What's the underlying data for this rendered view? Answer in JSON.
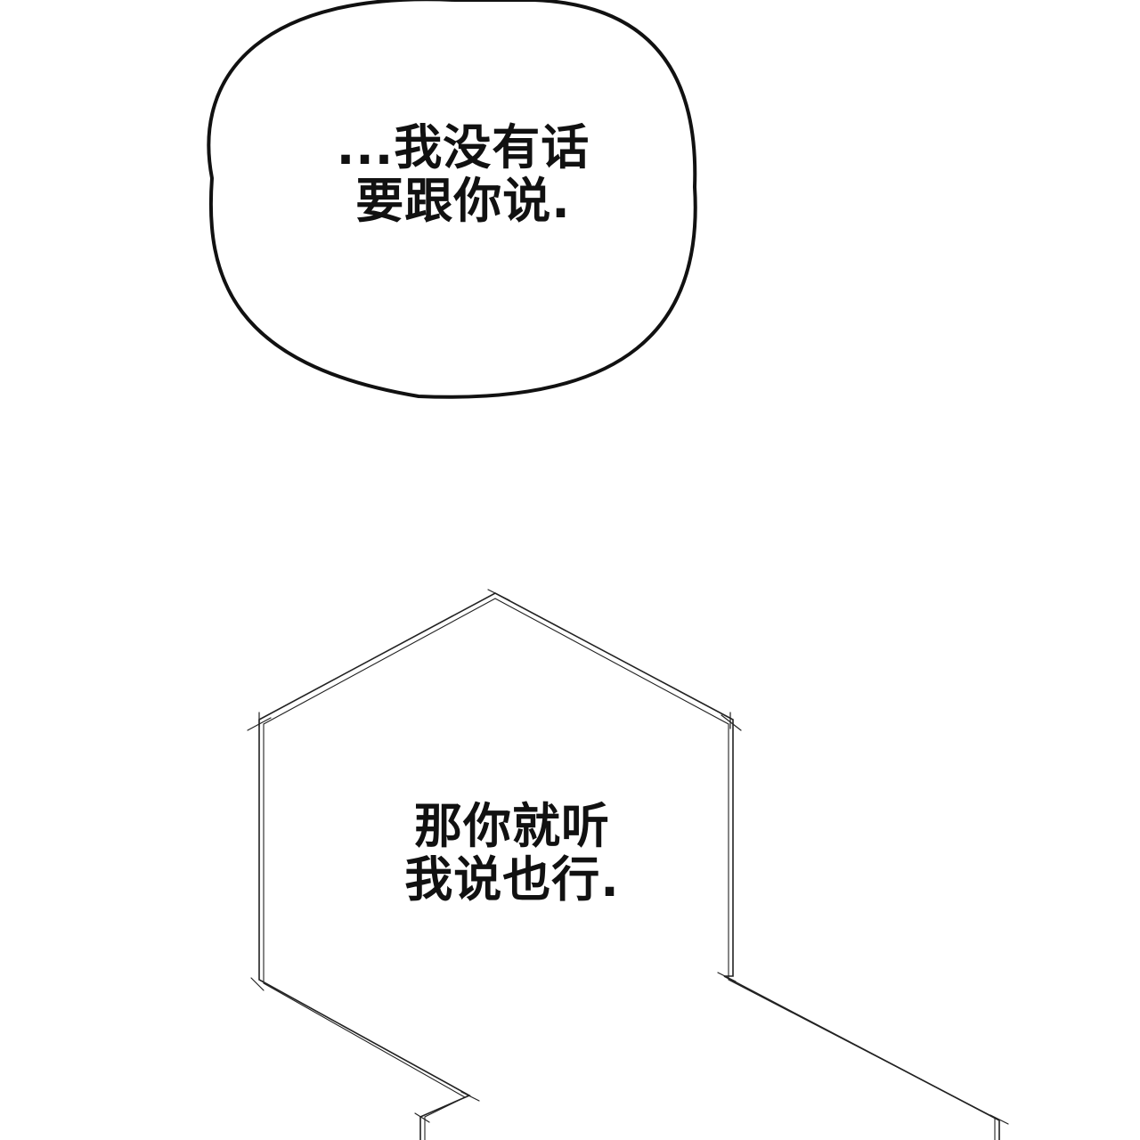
{
  "speech_bubble_round": {
    "line_1": "...我没有话",
    "line_2": "要跟你说."
  },
  "speech_bubble_angular": {
    "line_1": "那你就听",
    "line_2": "我说也行."
  },
  "colors": {
    "background": "#ffffff",
    "ink": "#111111"
  }
}
